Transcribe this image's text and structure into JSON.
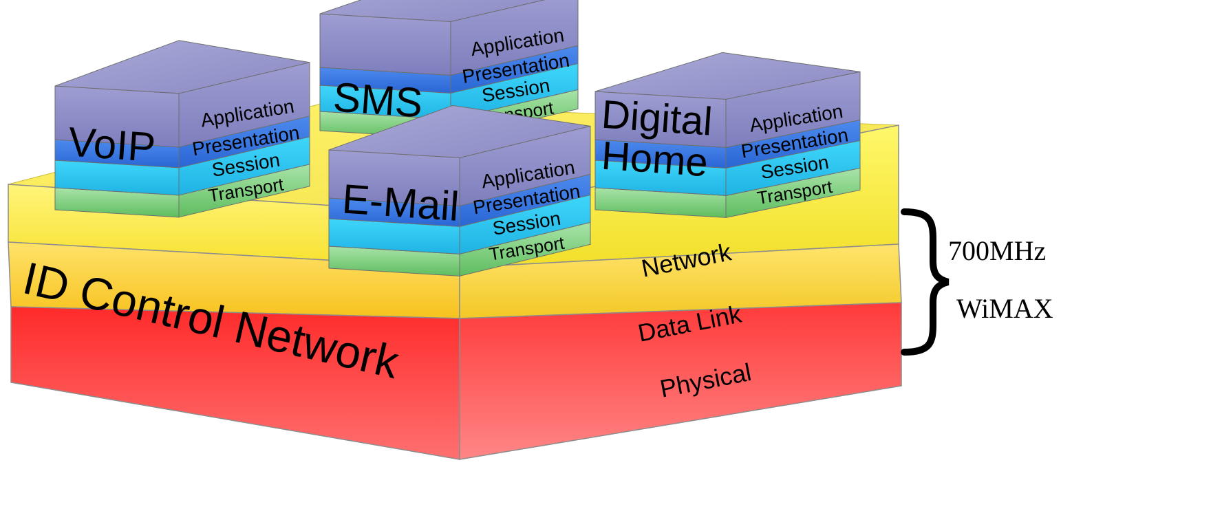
{
  "base": {
    "title": "ID Control Network",
    "layers": {
      "network": "Network",
      "data_link": "Data Link",
      "physical": "Physical"
    }
  },
  "stacks": [
    {
      "id": "voip",
      "name_lines": [
        "VoIP"
      ],
      "layers": [
        "Application",
        "Presentation",
        "Session",
        "Transport"
      ]
    },
    {
      "id": "sms",
      "name_lines": [
        "SMS"
      ],
      "layers": [
        "Application",
        "Presentation",
        "Session",
        "Transport"
      ]
    },
    {
      "id": "email",
      "name_lines": [
        "E-Mail"
      ],
      "layers": [
        "Application",
        "Presentation",
        "Session",
        "Transport"
      ]
    },
    {
      "id": "digital-home",
      "name_lines": [
        "Digital",
        "Home"
      ],
      "layers": [
        "Application",
        "Presentation",
        "Session",
        "Transport"
      ]
    }
  ],
  "bracket_labels": [
    "700MHz",
    "WiMAX"
  ],
  "colors": {
    "application": "#8f8fc7",
    "presentation": "#3a79e0",
    "session": "#24c3ee",
    "transport": "#7fce7f",
    "network": "#fff34a",
    "data_link": "#ffd33a",
    "physical": "#ff3030"
  }
}
